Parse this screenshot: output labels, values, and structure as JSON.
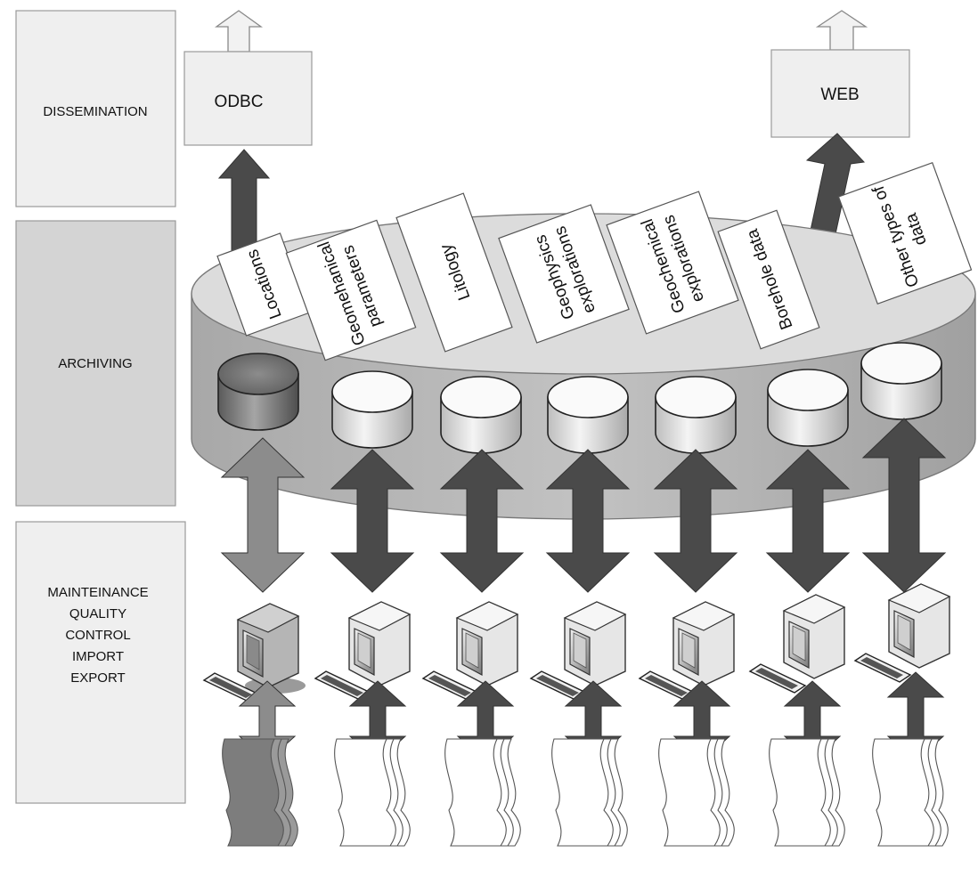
{
  "layers": {
    "dissemination": "DISSEMINATION",
    "archiving": "ARCHIVING",
    "maintenance": [
      "MAINTEINANCE",
      "QUALITY",
      "CONTROL",
      "IMPORT",
      "EXPORT"
    ]
  },
  "outputs": {
    "odbc": "ODBC",
    "web": "WEB"
  },
  "data_types": [
    {
      "lines": [
        "Locations"
      ],
      "highlighted": true
    },
    {
      "lines": [
        "Geomehanical",
        "parameters"
      ],
      "highlighted": false
    },
    {
      "lines": [
        "Litology"
      ],
      "highlighted": false
    },
    {
      "lines": [
        "Geophysics",
        "explorations"
      ],
      "highlighted": false
    },
    {
      "lines": [
        "Geochemical",
        "explorations"
      ],
      "highlighted": false
    },
    {
      "lines": [
        "Borehole data"
      ],
      "highlighted": false
    },
    {
      "lines": [
        "Other types of",
        "data"
      ],
      "highlighted": false
    }
  ],
  "colors": {
    "highlight_arrow": "#8c8c8c",
    "dark_arrow": "#4a4a4a",
    "panel": "#efefef",
    "panel_dark": "#d4d4d4",
    "disk_top": "#dcdcdc",
    "disk_side": "#b8b8b8"
  }
}
